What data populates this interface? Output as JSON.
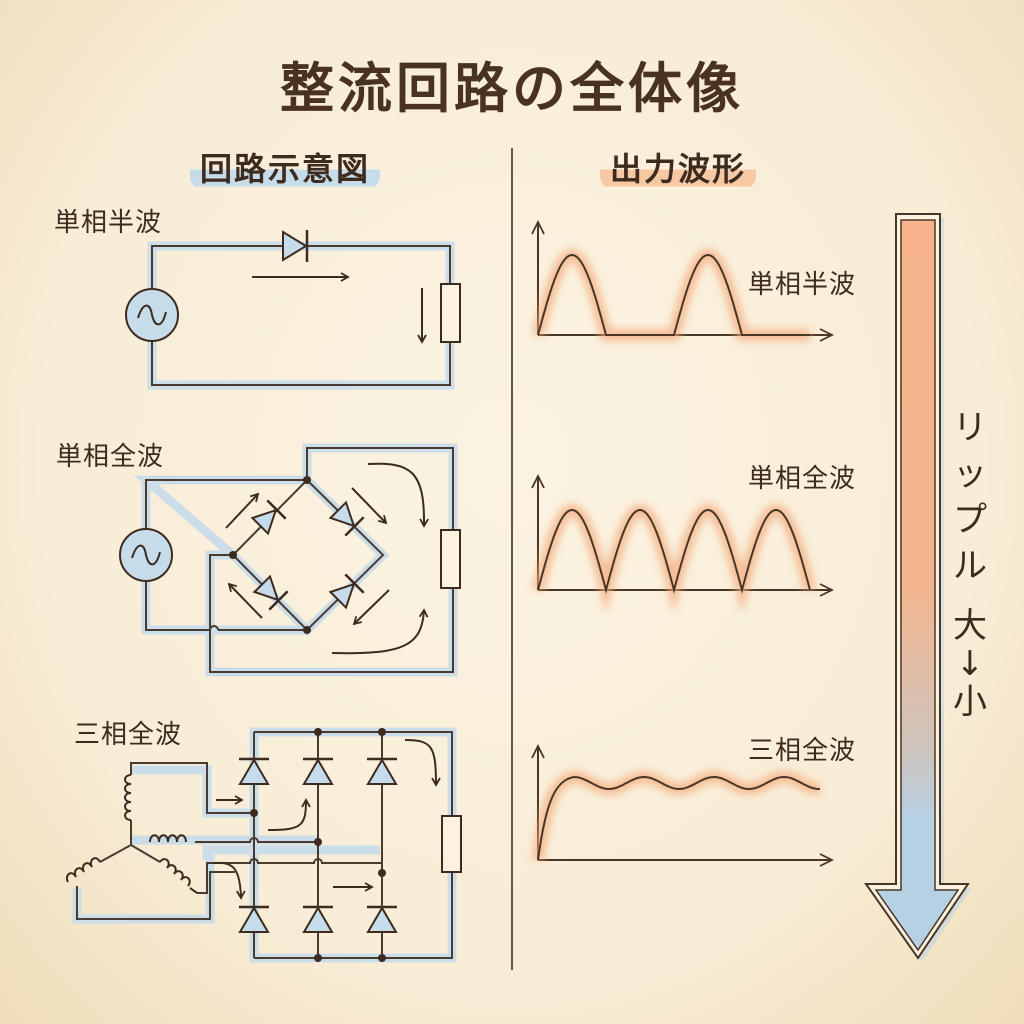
{
  "title": "整流回路の全体像",
  "sections": {
    "circuit_heading": "回路示意図",
    "waveform_heading": "出力波形"
  },
  "circuits": [
    {
      "label": "単相半波",
      "type": "half-wave"
    },
    {
      "label": "単相全波",
      "type": "bridge"
    },
    {
      "label": "三相全波",
      "type": "three-phase-bridge"
    }
  ],
  "waveforms": [
    {
      "label": "単相半波"
    },
    {
      "label": "単相全波"
    },
    {
      "label": "三相全波"
    }
  ],
  "ripple_arrow": {
    "chars": [
      "リ",
      "ッ",
      "プ",
      "ル"
    ],
    "scale_chars": [
      "大",
      "↓",
      "小"
    ],
    "top_color": "#f7b48a",
    "bottom_color": "#b7d1e4"
  },
  "colors": {
    "ink": "#3e2b20",
    "blue_highlight": "#c6dcea",
    "orange_glow": "#f4a878",
    "background": "#f8edd6"
  },
  "chart_data": {
    "type": "line",
    "title": "出力波形",
    "series": [
      {
        "name": "単相半波",
        "shape": "half-rectified sine",
        "pulses_per_cycle": 1,
        "cycles_shown": 2,
        "ripple": "large"
      },
      {
        "name": "単相全波",
        "shape": "full-rectified sine",
        "pulses_per_cycle": 2,
        "pulses_shown": 4,
        "ripple": "medium"
      },
      {
        "name": "三相全波",
        "shape": "nearly flat DC with small ripple",
        "pulses_per_cycle": 6,
        "ripple": "small"
      }
    ],
    "xlabel": "",
    "ylabel": "",
    "grid": false
  }
}
